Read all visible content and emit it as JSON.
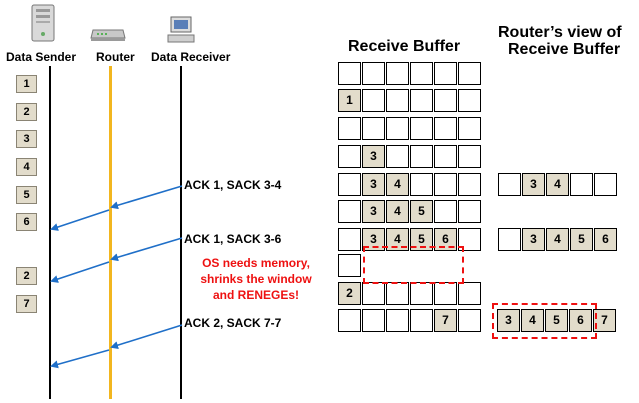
{
  "headers": {
    "sender": "Data Sender",
    "router": "Router",
    "receiver": "Data Receiver"
  },
  "titles": {
    "receive_buffer": "Receive Buffer",
    "router_view_line1": "Router’s view of",
    "router_view_line2": "Receive Buffer"
  },
  "packets": [
    "1",
    "2",
    "3",
    "4",
    "5",
    "6",
    "2",
    "7"
  ],
  "acks": [
    "ACK 1, SACK 3-4",
    "ACK 1, SACK 3-6",
    "ACK 2, SACK 7-7"
  ],
  "warning": [
    "OS needs memory,",
    "shrinks the window",
    "and RENEGEs!"
  ],
  "receive_buffer_rows": [
    [
      "",
      "",
      "",
      "",
      "",
      ""
    ],
    [
      "1",
      "",
      "",
      "",
      "",
      ""
    ],
    [
      "",
      "",
      "",
      "",
      "",
      ""
    ],
    [
      "",
      "3",
      "",
      "",
      "",
      ""
    ],
    [
      "",
      "3",
      "4",
      "",
      "",
      ""
    ],
    [
      "",
      "3",
      "4",
      "5",
      "",
      ""
    ],
    [
      "",
      "3",
      "4",
      "5",
      "6",
      ""
    ],
    [
      ""
    ],
    [
      "2",
      "",
      "",
      "",
      "",
      ""
    ],
    [
      "",
      "",
      "",
      "",
      "7",
      ""
    ]
  ],
  "router_view_rows": [
    [
      "",
      "3",
      "4",
      "",
      "",
      ""
    ],
    [
      "",
      "3",
      "4",
      "5",
      "6",
      ""
    ],
    [
      "3",
      "4",
      "5",
      "6",
      "7",
      ""
    ]
  ],
  "colors": {
    "router_line": "#f2b61f",
    "arrow": "#1f6fc8",
    "warning": "#ee1111",
    "filled_cell": "#e2dccb",
    "dashed_box": "#e11111"
  },
  "icons": [
    "server-icon",
    "router-icon",
    "computer-icon"
  ]
}
